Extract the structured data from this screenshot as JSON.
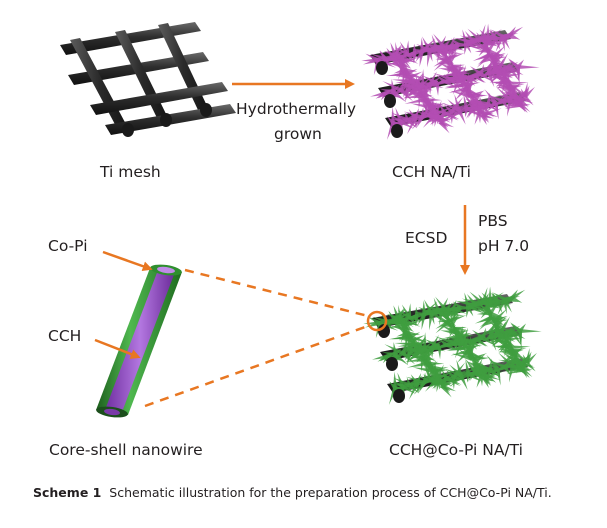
{
  "labels": {
    "ti_mesh": "Ti mesh",
    "step1_line1": "Hydrothermally",
    "step1_line2": "grown",
    "cch_na_ti": "CCH NA/Ti",
    "ecsd": "ECSD",
    "pbs": "PBS",
    "ph": "pH 7.0",
    "co_pi": "Co-Pi",
    "cch": "CCH",
    "core_shell": "Core-shell nanowire",
    "product": "CCH@Co-Pi NA/Ti"
  },
  "caption": {
    "label": "Scheme 1",
    "text": "Schematic illustration for the preparation process of CCH@Co-Pi NA/Ti."
  },
  "colors": {
    "arrow": "#e87722",
    "mesh": "#3a3a3a",
    "cch_spikes": "#b34db3",
    "copi_spikes": "#3f9e3f",
    "core": "#9b4fc9",
    "shell": "#2f8f2f"
  }
}
